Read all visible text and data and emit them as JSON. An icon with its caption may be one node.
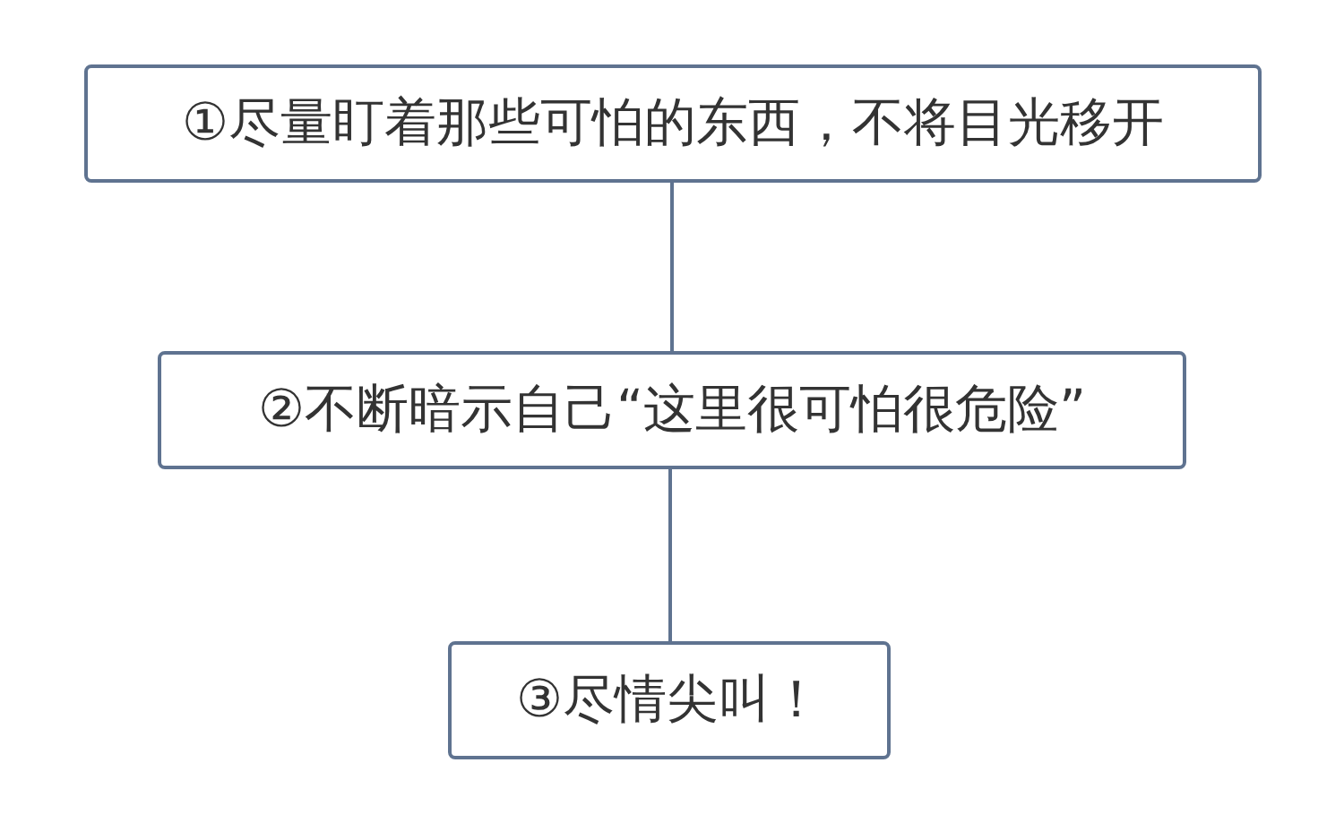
{
  "diagram": {
    "nodes": [
      {
        "text": [
          "①尽量盯着那些可怕的东西，不将目光移开"
        ]
      },
      {
        "text": [
          "②不断暗示自己“这里很可怕很危险”"
        ]
      },
      {
        "text": [
          "③尽情尖叫！"
        ]
      }
    ],
    "edges": [
      {
        "from": 0,
        "to": 1,
        "arrow": "none"
      },
      {
        "from": 1,
        "to": 2,
        "arrow": "none"
      }
    ]
  }
}
